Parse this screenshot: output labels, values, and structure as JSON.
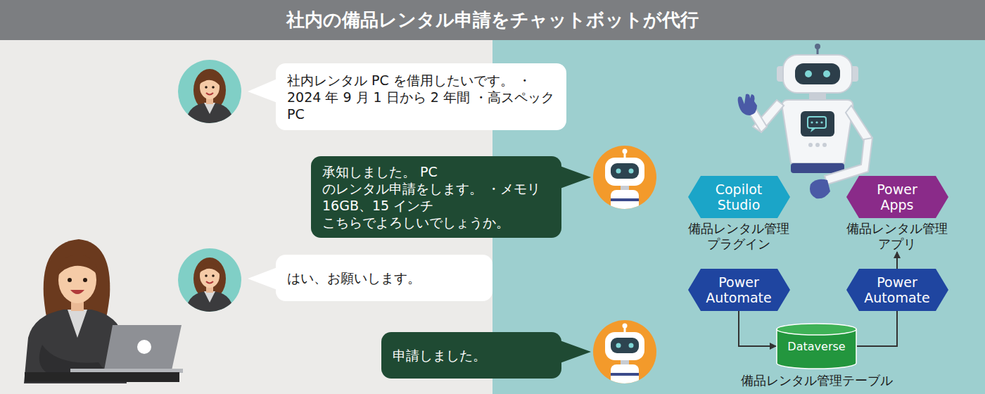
{
  "diagram": {
    "title": "社内の備品レンタル申請をチャットボットが代行",
    "nodes": [
      {
        "text": [
          "社内レンタル PC を借用したいです。 ・2024 年 9 月 1 日から 2 年間 ・高スペック PC"
        ]
      },
      {
        "text": [
          "承知しました。 PC のレンタル申請をします。 ・メモリ 16GB、15 インチ こちらでよろしいでしょうか。"
        ]
      },
      {
        "text": [
          "はい、お願いします。"
        ]
      },
      {
        "text": [
          "申請しました。"
        ]
      },
      {
        "text": [
          "Copilot Studio",
          "備品レンタル管理 プラグイン"
        ]
      },
      {
        "text": [
          "Power Apps",
          "備品レンタル管理 アプリ"
        ]
      },
      {
        "text": [
          "Power Automate"
        ]
      },
      {
        "text": [
          "Power Automate"
        ]
      },
      {
        "text": [
          "Dataverse",
          "備品レンタル管理テーブル"
        ]
      }
    ],
    "edges": [
      {
        "from": 6,
        "to": 8,
        "arrow": "to"
      },
      {
        "from": 8,
        "to": 7,
        "arrow": "none"
      },
      {
        "from": 7,
        "to": 5,
        "arrow": "to"
      }
    ]
  }
}
